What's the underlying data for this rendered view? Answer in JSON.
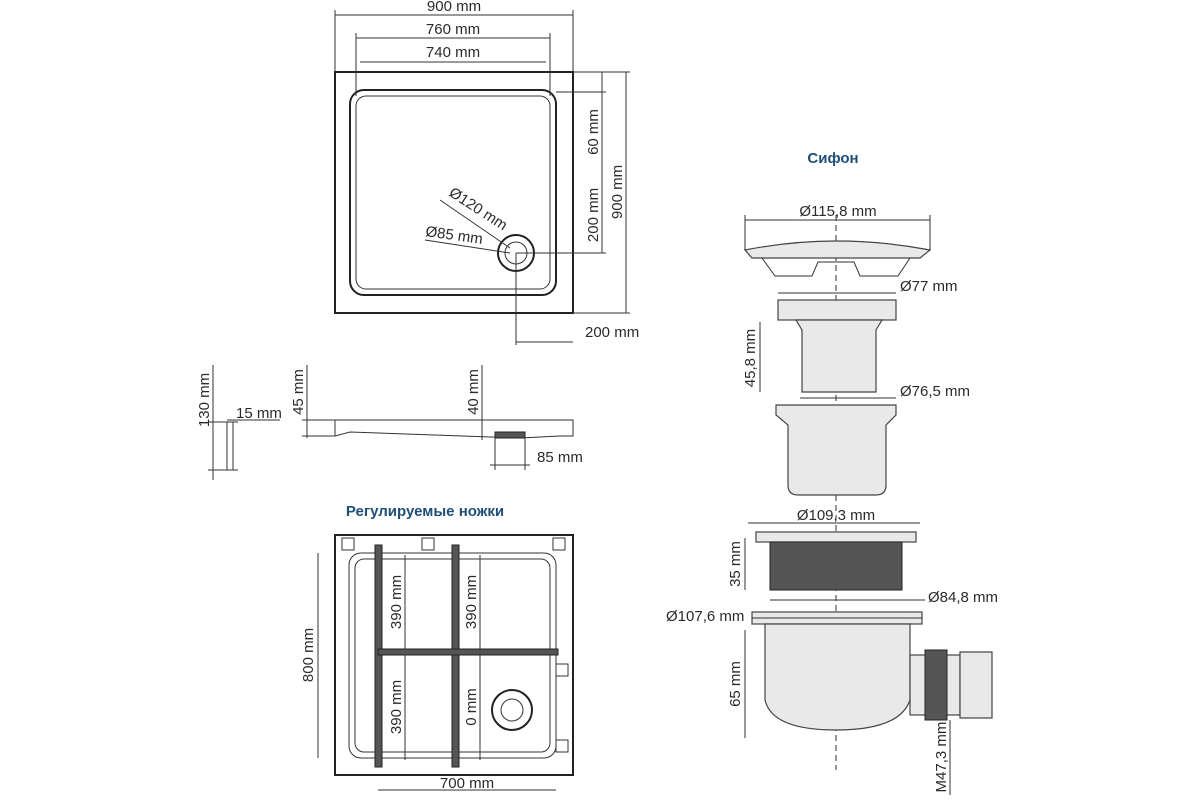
{
  "colors": {
    "line": "#333333",
    "title": "#1f4e79",
    "part_fill": "#e9e9e9"
  },
  "titles": {
    "siphon": "Сифон",
    "legs": "Регулируемые ножки"
  },
  "top_view": {
    "width_outer": "900 mm",
    "width_inner": "760 mm",
    "width_bowl": "740 mm",
    "rim": "60 mm",
    "drain_offset_y": "200 mm",
    "height_outer": "900 mm",
    "drain_offset_x": "200 mm",
    "drain_d1": "Ø120 mm",
    "drain_d2": "Ø85 mm"
  },
  "side_view": {
    "legs_height": "130 mm",
    "legs_thickness": "15 mm",
    "tray_height": "45 mm",
    "drain_height": "40 mm",
    "drain_width": "85 mm"
  },
  "legs_view": {
    "height": "800 mm",
    "width": "700 mm",
    "seg_top_left": "390 mm",
    "seg_top_right": "390 mm",
    "seg_bottom_left": "390 mm",
    "seg_bottom_right": "0 mm"
  },
  "siphon": {
    "cap_d": "Ø115,8 mm",
    "insert_d": "Ø77 mm",
    "insert_h": "45,8 mm",
    "cup_d": "Ø76,5 mm",
    "nut_d": "Ø109,3 mm",
    "nut_h": "35 mm",
    "thread_d": "Ø84,8 mm",
    "body_d": "Ø107,6 mm",
    "body_h": "65 mm",
    "outlet": "M47,3 mm"
  }
}
